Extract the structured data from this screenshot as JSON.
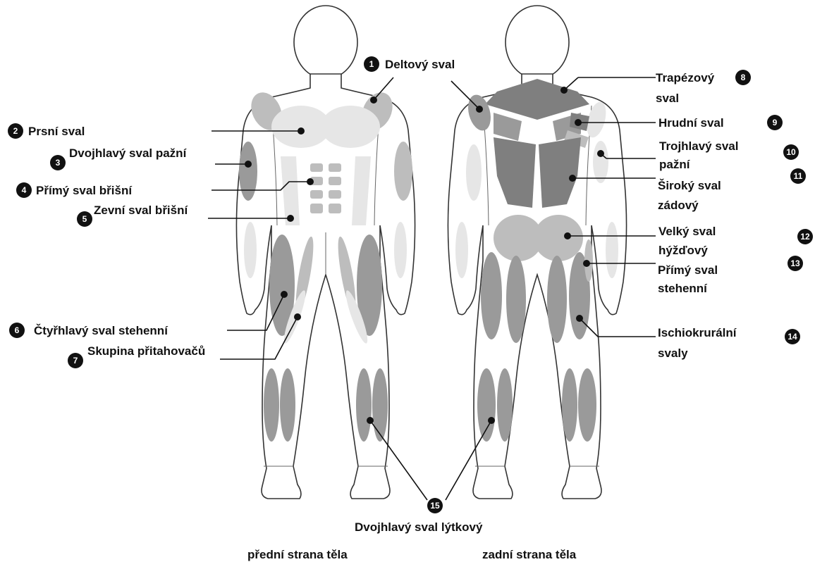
{
  "labels": {
    "deltoid": "Deltový sval",
    "pectoral": "Prsní sval",
    "biceps": "Dvojhlavý sval pažní",
    "rectus_abdominis": "Přímý sval břišní",
    "external_oblique": "Zevní sval břišní",
    "quadriceps": "Čtyřhlavý sval stehenní",
    "adductors": "Skupina přitahovačů",
    "trapezius_1": "Trapézový",
    "trapezius_2": "sval",
    "chest_back": "Hrudní sval",
    "triceps_1": "Trojhlavý sval",
    "triceps_2": "pažní",
    "latissimus_1": "Široký sval",
    "latissimus_2": "zádový",
    "gluteus_1": "Velký sval",
    "gluteus_2": "hýžďový",
    "rectus_femoris_1": "Přímý sval",
    "rectus_femoris_2": "stehenní",
    "hamstrings_1": "Ischiokrurální",
    "hamstrings_2": "svaly",
    "calf": "Dvojhlavý sval lýtkový"
  },
  "numbers": {
    "n1": "1",
    "n2": "2",
    "n3": "3",
    "n4": "4",
    "n5": "5",
    "n6": "6",
    "n7": "7",
    "n8": "8",
    "n9": "9",
    "n10": "10",
    "n11": "11",
    "n12": "12",
    "n13": "13",
    "n14": "14",
    "n15": "15"
  },
  "captions": {
    "front": "přední strana těla",
    "back": "zadní strana těla"
  },
  "colors": {
    "muscle_light": "#e6e6e6",
    "muscle_mid": "#bdbdbd",
    "muscle_dark": "#9a9a9a",
    "muscle_darker": "#7f7f7f",
    "line": "#111111"
  }
}
